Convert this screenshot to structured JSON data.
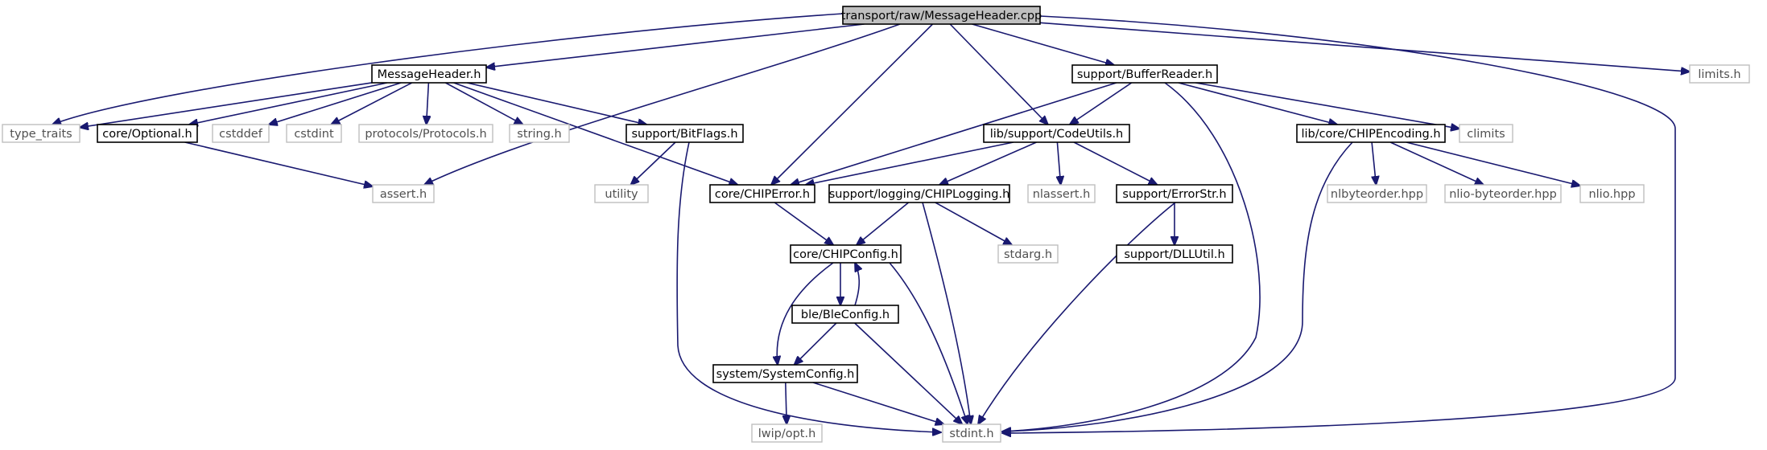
{
  "diagram": {
    "type": "include-dependency-graph",
    "colors": {
      "edge": "#191970",
      "root_fill": "#bfbfbf",
      "internal_border": "#000000",
      "external_border": "#bfbfbf",
      "external_text": "#505050"
    },
    "nodes": [
      {
        "id": "root",
        "label": "transport/raw/MessageHeader.cpp",
        "kind": "root"
      },
      {
        "id": "messageheader_h",
        "label": "MessageHeader.h",
        "kind": "internal"
      },
      {
        "id": "bufferreader_h",
        "label": "support/BufferReader.h",
        "kind": "internal"
      },
      {
        "id": "limits_h",
        "label": "limits.h",
        "kind": "external"
      },
      {
        "id": "type_traits",
        "label": "type_traits",
        "kind": "external"
      },
      {
        "id": "optional_h",
        "label": "core/Optional.h",
        "kind": "internal"
      },
      {
        "id": "cstddef",
        "label": "cstddef",
        "kind": "external"
      },
      {
        "id": "cstdint",
        "label": "cstdint",
        "kind": "external"
      },
      {
        "id": "protocols_h",
        "label": "protocols/Protocols.h",
        "kind": "external"
      },
      {
        "id": "string_h",
        "label": "string.h",
        "kind": "external"
      },
      {
        "id": "bitflags_h",
        "label": "support/BitFlags.h",
        "kind": "internal"
      },
      {
        "id": "codeutils_h",
        "label": "lib/support/CodeUtils.h",
        "kind": "internal"
      },
      {
        "id": "chipencoding_h",
        "label": "lib/core/CHIPEncoding.h",
        "kind": "internal"
      },
      {
        "id": "climits",
        "label": "climits",
        "kind": "external"
      },
      {
        "id": "assert_h",
        "label": "assert.h",
        "kind": "external"
      },
      {
        "id": "utility",
        "label": "utility",
        "kind": "external"
      },
      {
        "id": "chiperror_h",
        "label": "core/CHIPError.h",
        "kind": "internal"
      },
      {
        "id": "chiplogging_h",
        "label": "support/logging/CHIPLogging.h",
        "kind": "internal"
      },
      {
        "id": "nlassert_h",
        "label": "nlassert.h",
        "kind": "external"
      },
      {
        "id": "errorstr_h",
        "label": "support/ErrorStr.h",
        "kind": "internal"
      },
      {
        "id": "nlbyteorder_hpp",
        "label": "nlbyteorder.hpp",
        "kind": "external"
      },
      {
        "id": "nlio_byteorder_hpp",
        "label": "nlio-byteorder.hpp",
        "kind": "external"
      },
      {
        "id": "nlio_hpp",
        "label": "nlio.hpp",
        "kind": "external"
      },
      {
        "id": "chipconfig_h",
        "label": "core/CHIPConfig.h",
        "kind": "internal"
      },
      {
        "id": "stdarg_h",
        "label": "stdarg.h",
        "kind": "external"
      },
      {
        "id": "dllutil_h",
        "label": "support/DLLUtil.h",
        "kind": "internal"
      },
      {
        "id": "bleconfig_h",
        "label": "ble/BleConfig.h",
        "kind": "internal"
      },
      {
        "id": "systemconfig_h",
        "label": "system/SystemConfig.h",
        "kind": "internal"
      },
      {
        "id": "lwip_opt_h",
        "label": "lwip/opt.h",
        "kind": "external"
      },
      {
        "id": "stdint_h",
        "label": "stdint.h",
        "kind": "external"
      }
    ],
    "edges": [
      {
        "from": "root",
        "to": "messageheader_h"
      },
      {
        "from": "root",
        "to": "type_traits"
      },
      {
        "from": "root",
        "to": "assert_h"
      },
      {
        "from": "root",
        "to": "chiperror_h"
      },
      {
        "from": "root",
        "to": "codeutils_h"
      },
      {
        "from": "root",
        "to": "bufferreader_h"
      },
      {
        "from": "root",
        "to": "stdint_h"
      },
      {
        "from": "root",
        "to": "limits_h"
      },
      {
        "from": "messageheader_h",
        "to": "type_traits"
      },
      {
        "from": "messageheader_h",
        "to": "optional_h"
      },
      {
        "from": "messageheader_h",
        "to": "cstddef"
      },
      {
        "from": "messageheader_h",
        "to": "cstdint"
      },
      {
        "from": "messageheader_h",
        "to": "protocols_h"
      },
      {
        "from": "messageheader_h",
        "to": "string_h"
      },
      {
        "from": "messageheader_h",
        "to": "bitflags_h"
      },
      {
        "from": "messageheader_h",
        "to": "chiperror_h"
      },
      {
        "from": "optional_h",
        "to": "assert_h"
      },
      {
        "from": "bitflags_h",
        "to": "utility"
      },
      {
        "from": "bitflags_h",
        "to": "stdint_h"
      },
      {
        "from": "bufferreader_h",
        "to": "codeutils_h"
      },
      {
        "from": "bufferreader_h",
        "to": "chiperror_h"
      },
      {
        "from": "bufferreader_h",
        "to": "chipencoding_h"
      },
      {
        "from": "bufferreader_h",
        "to": "climits"
      },
      {
        "from": "bufferreader_h",
        "to": "stdint_h"
      },
      {
        "from": "codeutils_h",
        "to": "chiperror_h"
      },
      {
        "from": "codeutils_h",
        "to": "chiplogging_h"
      },
      {
        "from": "codeutils_h",
        "to": "nlassert_h"
      },
      {
        "from": "codeutils_h",
        "to": "errorstr_h"
      },
      {
        "from": "chipencoding_h",
        "to": "nlbyteorder_hpp"
      },
      {
        "from": "chipencoding_h",
        "to": "nlio_byteorder_hpp"
      },
      {
        "from": "chipencoding_h",
        "to": "nlio_hpp"
      },
      {
        "from": "chipencoding_h",
        "to": "stdint_h"
      },
      {
        "from": "chiperror_h",
        "to": "chipconfig_h"
      },
      {
        "from": "chiplogging_h",
        "to": "chipconfig_h"
      },
      {
        "from": "chiplogging_h",
        "to": "stdarg_h"
      },
      {
        "from": "chiplogging_h",
        "to": "stdint_h"
      },
      {
        "from": "errorstr_h",
        "to": "dllutil_h"
      },
      {
        "from": "errorstr_h",
        "to": "stdint_h"
      },
      {
        "from": "chipconfig_h",
        "to": "bleconfig_h"
      },
      {
        "from": "chipconfig_h",
        "to": "systemconfig_h"
      },
      {
        "from": "chipconfig_h",
        "to": "stdint_h"
      },
      {
        "from": "bleconfig_h",
        "to": "chipconfig_h"
      },
      {
        "from": "bleconfig_h",
        "to": "systemconfig_h"
      },
      {
        "from": "bleconfig_h",
        "to": "stdint_h"
      },
      {
        "from": "systemconfig_h",
        "to": "lwip_opt_h"
      },
      {
        "from": "systemconfig_h",
        "to": "stdint_h"
      }
    ]
  }
}
